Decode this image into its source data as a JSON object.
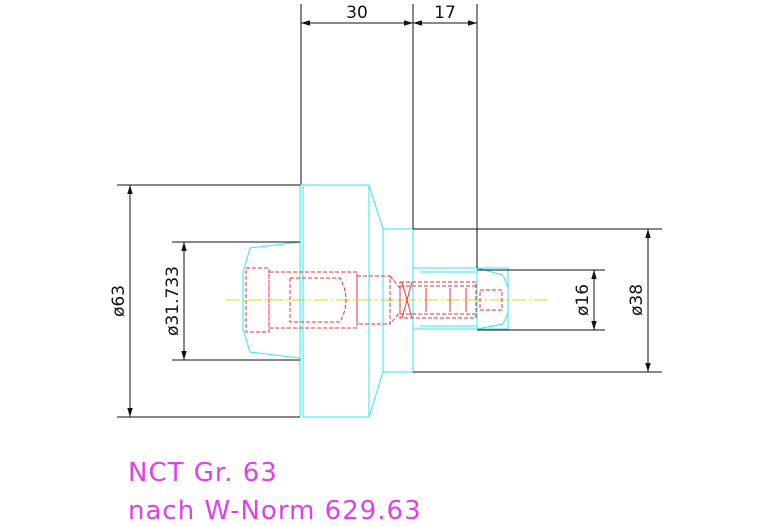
{
  "dimensions": {
    "width_top_left": "30",
    "width_top_right": "17",
    "dia_outer_left": "ø63",
    "dia_inner_left": "ø31.733",
    "dia_small_right": "ø16",
    "dia_outer_right": "ø38"
  },
  "caption": {
    "line1": "NCT Gr. 63",
    "line2": "nach W-Norm 629.63"
  },
  "colors": {
    "outline": "#33e6f0",
    "hidden": "#e8323a",
    "centerline": "#e8d21e",
    "dimension": "#111111",
    "caption": "#e040e8"
  }
}
